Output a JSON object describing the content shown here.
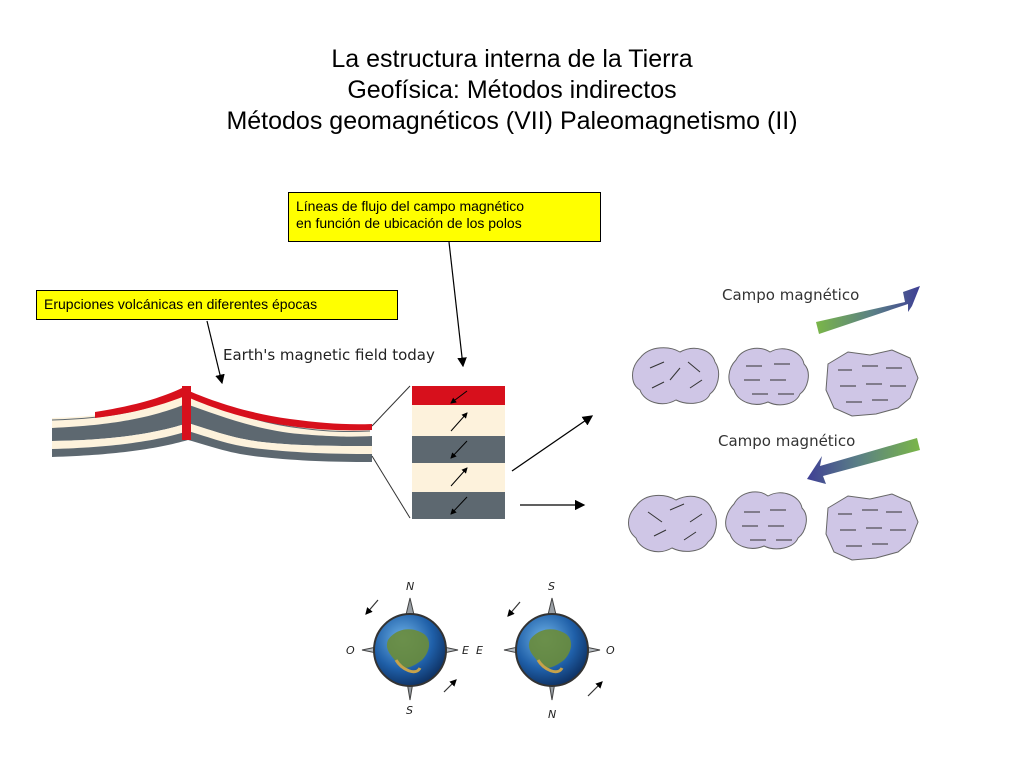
{
  "title": {
    "line1": "La estructura interna de la Tierra",
    "line2": "Geofísica: Métodos indirectos",
    "line3": "Métodos geomagnéticos (VII) Paleomagnetismo (II)"
  },
  "callouts": {
    "flux_line1": "Líneas de flujo del campo magnético",
    "flux_line2": "en función de ubicación de los polos",
    "eruptions": "Erupciones volcánicas en diferentes épocas"
  },
  "labels": {
    "earth_field": "Earth's magnetic field today",
    "campo_top": "Campo magnético",
    "campo_bottom": "Campo magnético"
  },
  "compass_letters": {
    "left": {
      "top": "N",
      "bottom": "S",
      "left": "O",
      "right": "E"
    },
    "right": {
      "top": "S",
      "bottom": "N",
      "left": "E",
      "right": "O"
    }
  },
  "colors": {
    "callout_bg": "#ffff00",
    "lava_red": "#d7101c",
    "cream": "#fdf2dc",
    "slate": "#5d6870",
    "crystal": "#cfc6e6",
    "arrow_blue": "#3f3f95",
    "arrow_green": "#7ab648"
  }
}
